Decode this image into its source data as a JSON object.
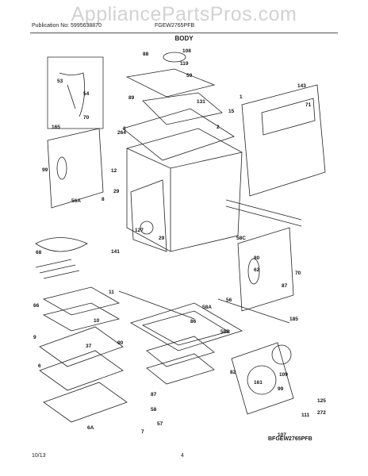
{
  "watermark": "AppliancePartsPros.com",
  "header": {
    "publication": "Publication No: 5995638870",
    "model": "FGEW2765PFB",
    "section_title": "BODY"
  },
  "figure_code": "BFGEW2765PFB",
  "footer": {
    "date": "10/13",
    "page": "4"
  },
  "callouts": [
    "88",
    "108",
    "119",
    "59",
    "143",
    "71",
    "53",
    "54",
    "89",
    "131",
    "1",
    "15",
    "165",
    "70",
    "3",
    "2",
    "264",
    "99",
    "12",
    "29",
    "8",
    "56A",
    "127",
    "29",
    "58C",
    "141",
    "80",
    "62",
    "68",
    "11",
    "66",
    "86",
    "56",
    "58A",
    "87",
    "70",
    "185",
    "10",
    "90",
    "37",
    "9",
    "6",
    "58B",
    "82",
    "99",
    "109",
    "161",
    "125",
    "272",
    "87",
    "111",
    "58",
    "57",
    "7",
    "6A",
    "107"
  ]
}
